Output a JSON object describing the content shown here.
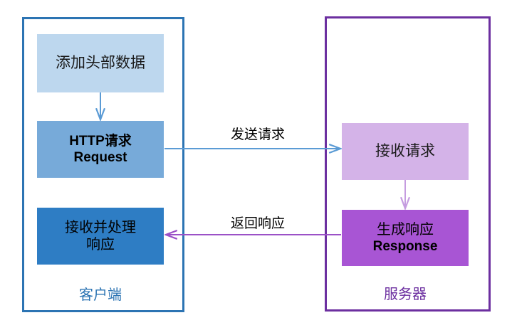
{
  "diagram": {
    "title_visible": false,
    "colors": {
      "client_border": "#2c74b3",
      "server_border": "#6c2fa0",
      "client_box_light": "#bdd7ee",
      "client_box_mid": "#77aad9",
      "client_box_dark": "#2e7dc4",
      "server_box_light": "#d4b3e8",
      "server_box_dark": "#a855d4",
      "arrow_blue": "#5b9bd5",
      "arrow_purple": "#9b51c7",
      "text_dark": "#000000",
      "background": "#ffffff"
    },
    "client_panel": {
      "caption": "客户端",
      "boxes": [
        {
          "id": "add-header",
          "text_lines": [
            "添加头部数据"
          ]
        },
        {
          "id": "http-request",
          "text_lines": [
            "HTTP请求",
            "Request"
          ]
        },
        {
          "id": "receive-process-response",
          "text_lines": [
            "接收并处理",
            "响应"
          ]
        }
      ]
    },
    "server_panel": {
      "caption": "服务器",
      "boxes": [
        {
          "id": "receive-request",
          "text_lines": [
            "接收请求"
          ]
        },
        {
          "id": "generate-response",
          "text_lines": [
            "生成响应",
            "Response"
          ]
        }
      ]
    },
    "connectors": [
      {
        "id": "add-header-to-request",
        "label": "",
        "direction": "down",
        "color": "#5b9bd5"
      },
      {
        "id": "send-request",
        "label": "发送请求",
        "direction": "right",
        "color": "#5b9bd5"
      },
      {
        "id": "receive-to-generate",
        "label": "",
        "direction": "down",
        "color": "#c59ce0"
      },
      {
        "id": "return-response",
        "label": "返回响应",
        "direction": "left",
        "color": "#9b51c7"
      }
    ]
  }
}
